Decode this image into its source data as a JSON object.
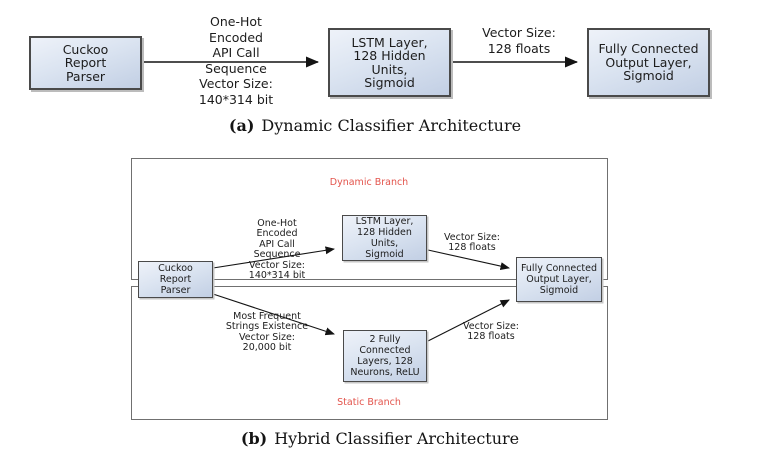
{
  "figure_a": {
    "caption_tag": "(a)",
    "caption_text": "Dynamic Classifier Architecture",
    "nodes": {
      "parser": "Cuckoo\nReport\nParser",
      "lstm": "LSTM Layer,\n128 Hidden\nUnits,\nSigmoid",
      "fc_out": "Fully Connected\nOutput Layer,\nSigmoid"
    },
    "edge_labels": {
      "parser_lstm": "One-Hot\nEncoded\nAPI Call\nSequence\nVector Size:\n140*314 bit",
      "lstm_fc": "Vector Size:\n128 floats"
    }
  },
  "figure_b": {
    "caption_tag": "(b)",
    "caption_text": "Hybrid Classifier Architecture",
    "branch_labels": {
      "dynamic": "Dynamic Branch",
      "static": "Static Branch"
    },
    "nodes": {
      "parser": "Cuckoo\nReport\nParser",
      "lstm": "LSTM Layer,\n128 Hidden\nUnits,\nSigmoid",
      "fc2": "2 Fully\nConnected\nLayers, 128\nNeurons, ReLU",
      "fc_out": "Fully Connected\nOutput Layer,\nSigmoid"
    },
    "edge_labels": {
      "parser_lstm": "One-Hot\nEncoded\nAPI Call\nSequence\nVector Size:\n140*314 bit",
      "lstm_fc": "Vector Size:\n128 floats",
      "parser_fc2": "Most Frequent\nStrings Existence\nVector Size:\n20,000 bit",
      "fc2_fc": "Vector Size:\n128 floats"
    }
  },
  "colors": {
    "branch_label_color": "#e3544c",
    "node_border_color": "#4a4a4a",
    "node_fill_top": "#eef2f9",
    "node_fill_bottom": "#c2cfe4",
    "frame_border_color": "#707070",
    "arrow_color": "#141414",
    "text_color": "#1c1c1c"
  }
}
